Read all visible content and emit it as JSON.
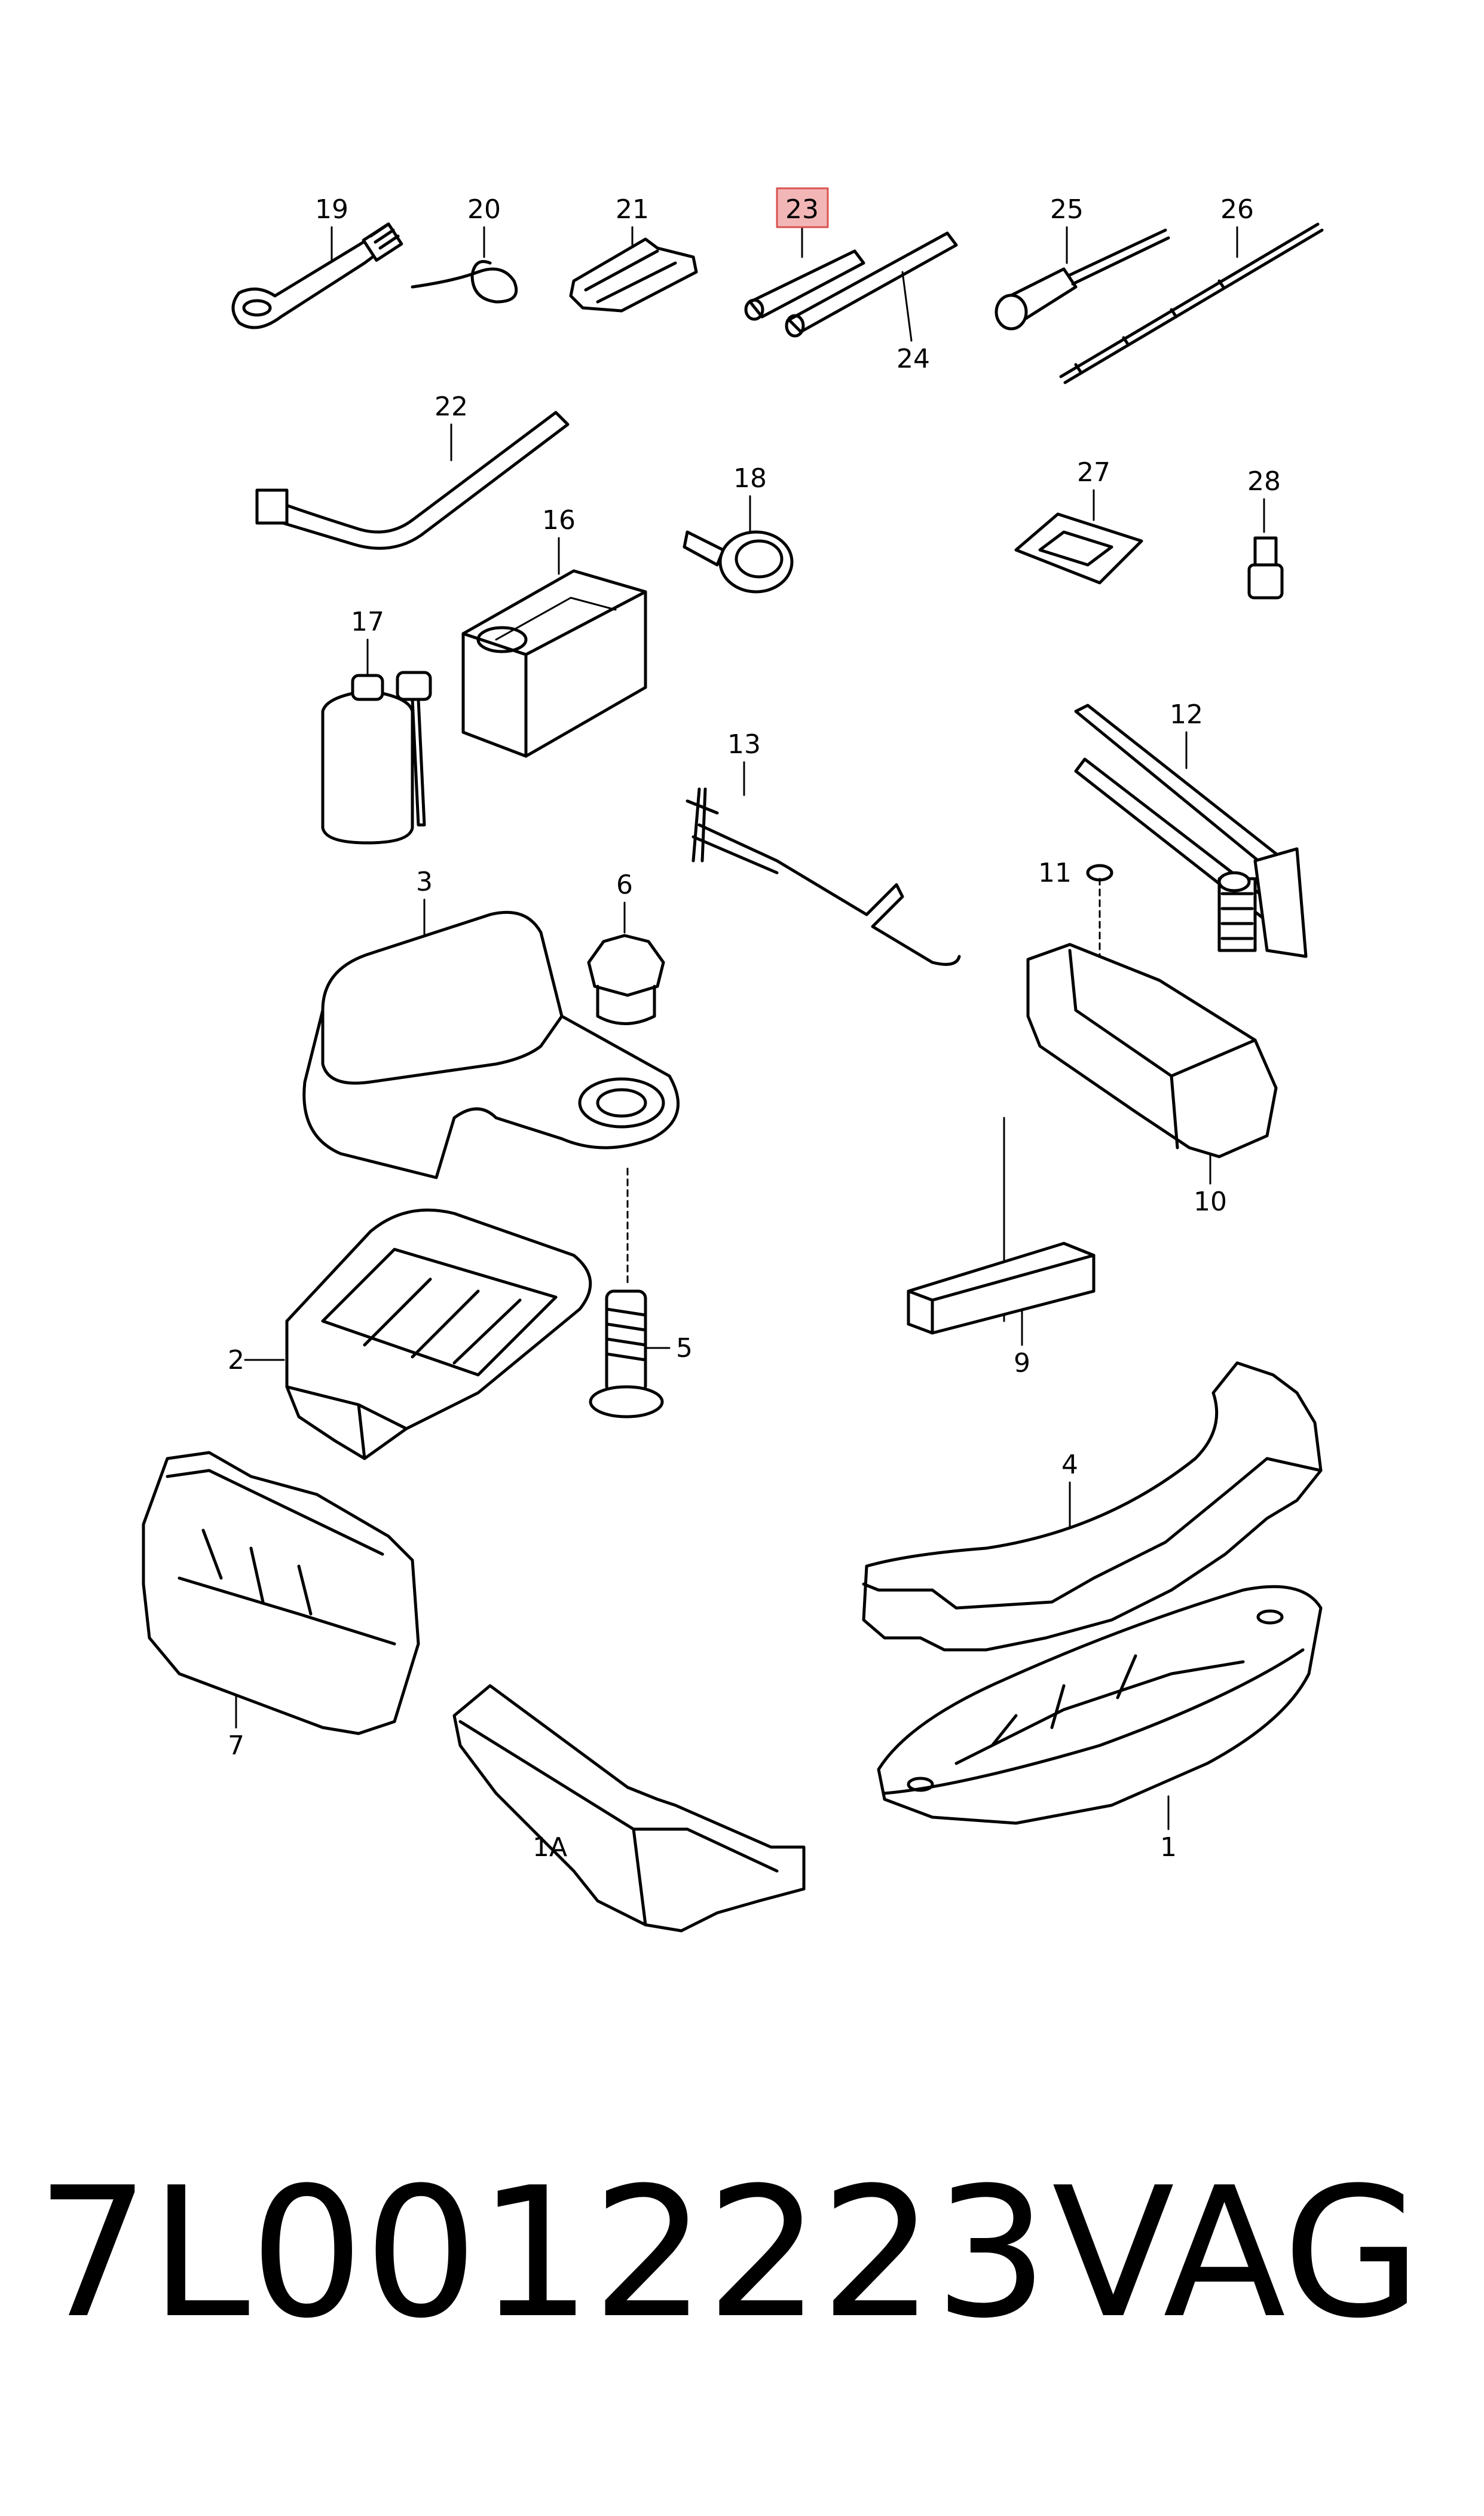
{
  "diagram": {
    "labels": {
      "l19": "19",
      "l20": "20",
      "l21": "21",
      "l23": "23",
      "l24": "24",
      "l25": "25",
      "l26": "26",
      "l22": "22",
      "l18": "18",
      "l27": "27",
      "l28": "28",
      "l16": "16",
      "l17": "17",
      "l13": "13",
      "l12": "12",
      "l11": "11",
      "l3": "3",
      "l6": "6",
      "l10": "10",
      "l9": "9",
      "l2": "2",
      "l5": "5",
      "l4": "4",
      "l7": "7",
      "l1A": "1A",
      "l1": "1"
    },
    "highlighted_label": "23",
    "highlight_color": "#f2b6b6",
    "highlight_border": "#d9534f"
  },
  "caption": {
    "part_number": "7L0012223",
    "brand": "VAG"
  }
}
